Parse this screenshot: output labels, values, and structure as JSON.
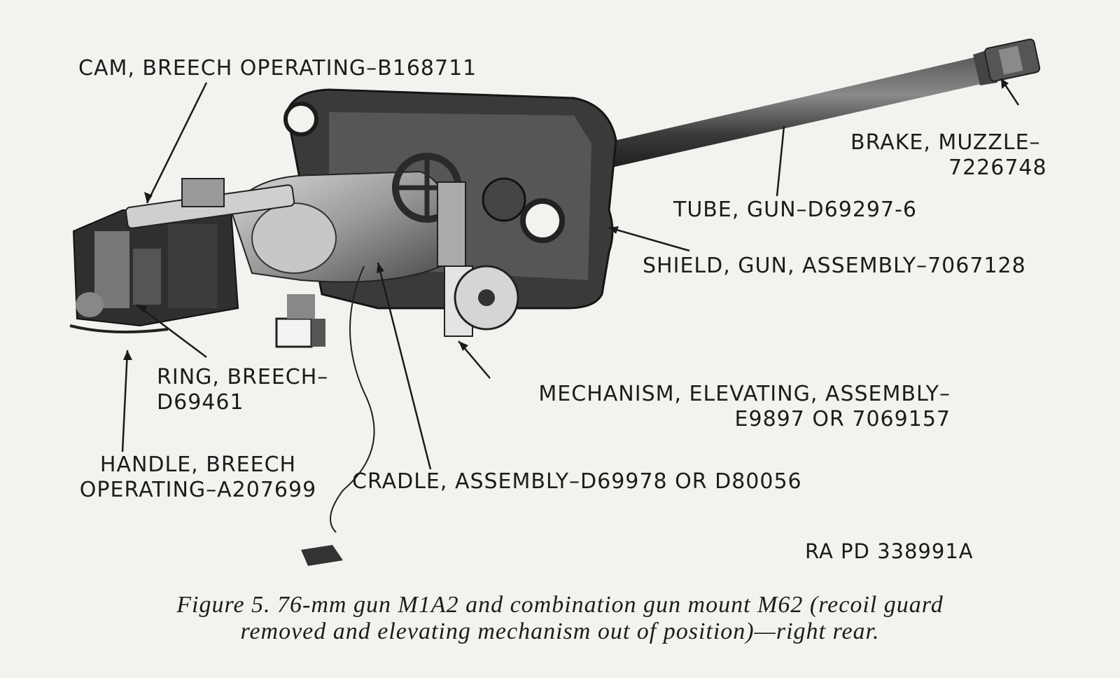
{
  "labels": {
    "cam": "CAM, BREECH OPERATING–B168711",
    "brake_line1": "BRAKE, MUZZLE–",
    "brake_line2": "7226748",
    "tube": "TUBE, GUN–D69297-6",
    "shield": "SHIELD, GUN, ASSEMBLY–7067128",
    "ring_line1": "RING, BREECH–",
    "ring_line2": "D69461",
    "mechanism_line1": "MECHANISM, ELEVATING, ASSEMBLY–",
    "mechanism_line2": "E9897 OR 7069157",
    "handle_line1": "HANDLE, BREECH",
    "handle_line2": "OPERATING–A207699",
    "cradle": "CRADLE, ASSEMBLY–D69978 OR D80056"
  },
  "reference": "RA PD 338991A",
  "caption": {
    "line1": "Figure 5.  76-mm gun M1A2 and combination gun mount M62 (recoil guard",
    "line2": "removed and elevating mechanism out of position)—right rear."
  },
  "colors": {
    "paper": "#f3f2ef",
    "ink": "#1c1c1c",
    "metal_dark": "#2b2b2b",
    "metal_mid": "#6a6a6a",
    "metal_light": "#b9b9b9"
  }
}
